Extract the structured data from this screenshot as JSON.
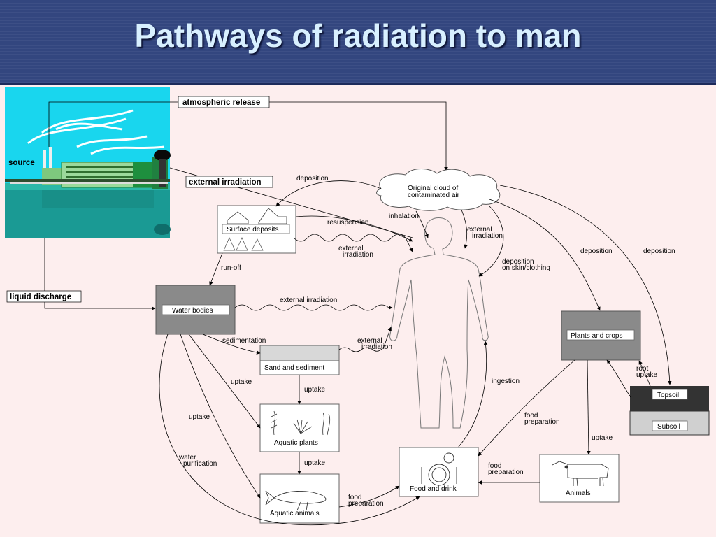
{
  "title": "Pathways of radiation to man",
  "labels": {
    "source": "source",
    "atmospheric_release": "atmospheric release",
    "external_irradiation_main": "external irradiation",
    "liquid_discharge": "liquid discharge",
    "cloud_line1": "Original cloud of",
    "cloud_line2": "contaminated air",
    "surface_deposits": "Surface deposits",
    "water_bodies": "Water bodies",
    "sand_sediment": "Sand and sediment",
    "aquatic_plants": "Aquatic plants",
    "aquatic_animals": "Aquatic animals",
    "food_drink": "Food and drink",
    "animals": "Animals",
    "plants_crops": "Plants and crops",
    "topsoil": "Topsoil",
    "subsoil": "Subsoil"
  },
  "edges": {
    "deposition_cloud": "deposition",
    "resuspension": "resuspension",
    "inhalation": "inhalation",
    "ext_irr_cloud_1": "external",
    "ext_irr_cloud_2": "irradiation",
    "dep_skin_1": "deposition",
    "dep_skin_2": "on skin/clothing",
    "deposition_plants": "deposition",
    "deposition_soil": "deposition",
    "ext_irr_surface_1": "external",
    "ext_irr_surface_2": "irradiation",
    "run_off": "run-off",
    "ext_irr_water": "external irradiation",
    "sedimentation": "sedimentation",
    "ext_irr_sand_1": "external",
    "ext_irr_sand_2": "irradiation",
    "uptake_water": "uptake",
    "uptake_sand": "uptake",
    "uptake_left": "uptake",
    "uptake_plants": "uptake",
    "water_purif_1": "water",
    "water_purif_2": "purification",
    "food_prep_aquatic_1": "food",
    "food_prep_aquatic_2": "preparation",
    "food_prep_animals_1": "food",
    "food_prep_animals_2": "preparation",
    "food_prep_crops_1": "food",
    "food_prep_crops_2": "preparation",
    "ingestion": "ingestion",
    "root_uptake_1": "root",
    "root_uptake_2": "uptake",
    "uptake_animals": "uptake"
  }
}
